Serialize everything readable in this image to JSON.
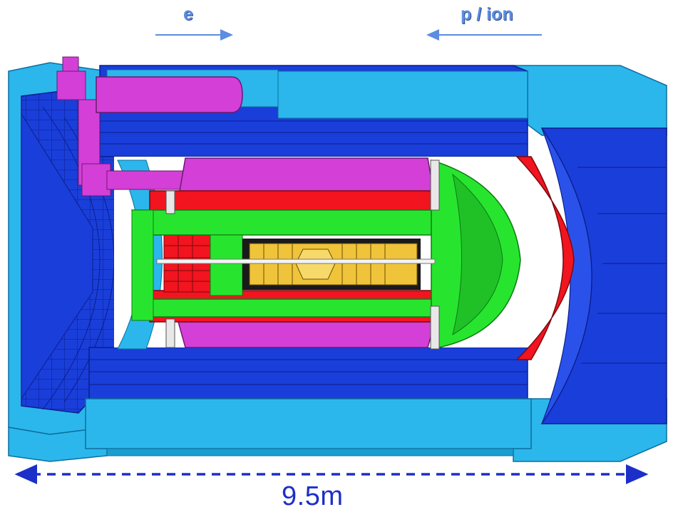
{
  "beams": {
    "electron_label": "e",
    "hadron_label": "p / ion"
  },
  "dimension": {
    "length_label": "9.5m"
  },
  "colors": {
    "outer_steel_light": "#2bb7ec",
    "outer_steel_dark": "#1a3ed9",
    "solenoid_magenta": "#d43fd8",
    "calorimeter_red": "#f2141f",
    "hadronic_green": "#27e52f",
    "tracker_gold": "#f0c43a",
    "beam_arrow": "#5c8de0",
    "dimension_arrow": "#1c2fc9"
  }
}
